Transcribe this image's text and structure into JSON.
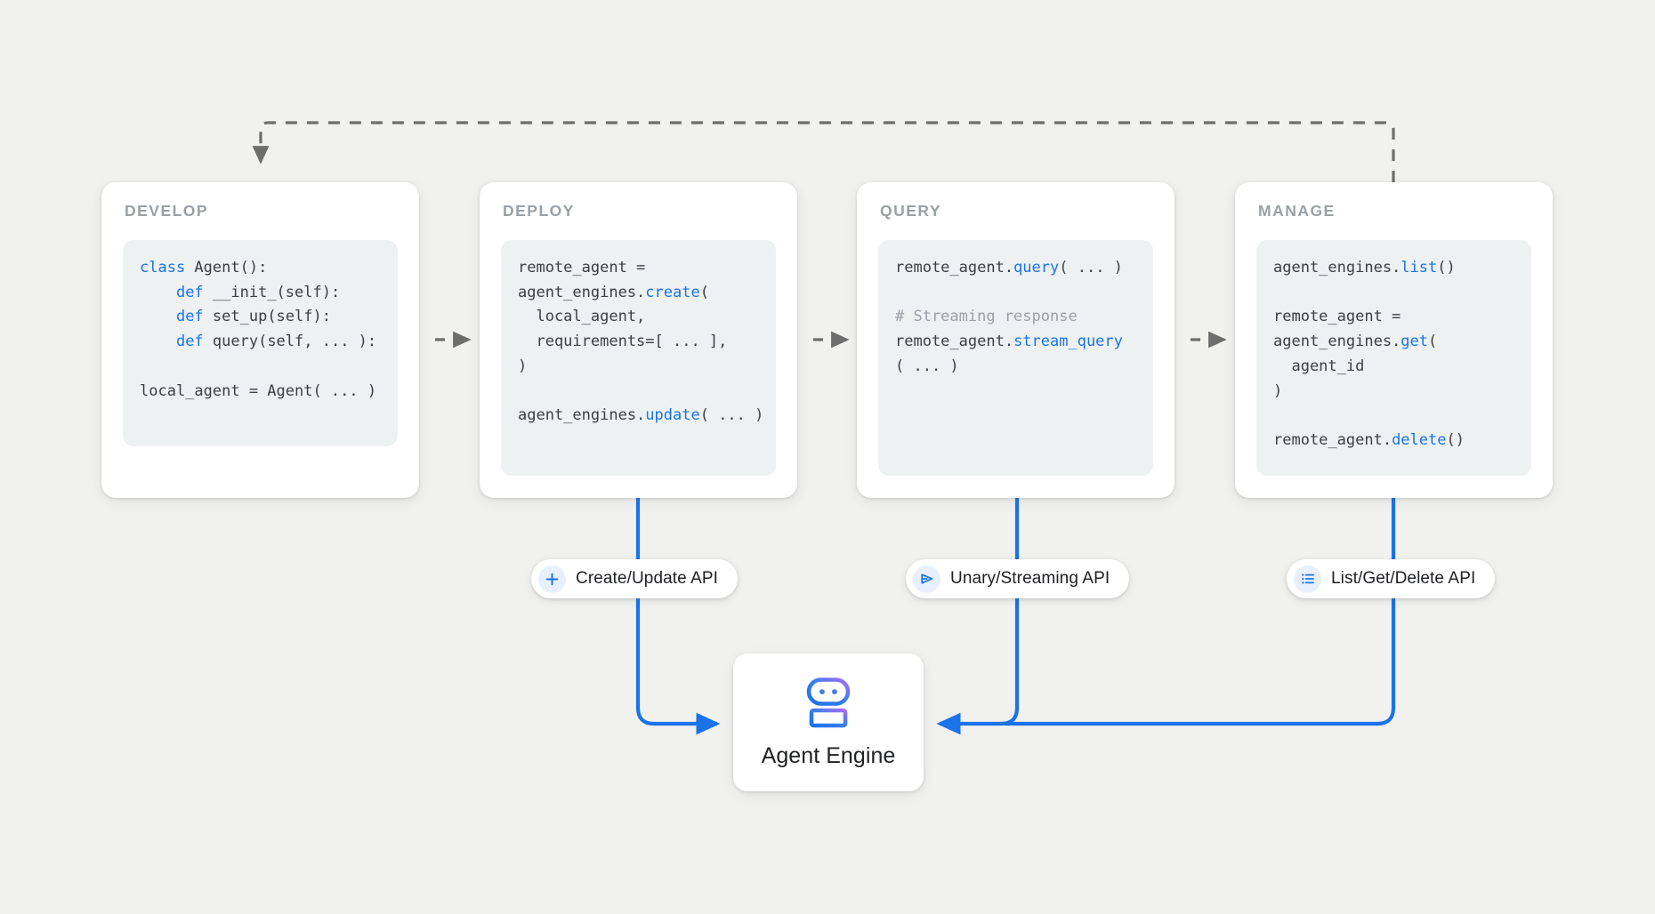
{
  "canvas": {
    "background": "#f1f1ef",
    "accent_blue": "#1a73e8",
    "dashed_gray": "#6e6e6e",
    "title_gray": "#9aa0a6",
    "code_bg": "#eef1f2"
  },
  "stages": [
    {
      "id": "develop",
      "title": "DEVELOP",
      "code_lines": [
        [
          {
            "t": "class ",
            "c": "kw"
          },
          {
            "t": "Agent():",
            "c": ""
          }
        ],
        [
          {
            "t": "    ",
            "c": ""
          },
          {
            "t": "def ",
            "c": "kw"
          },
          {
            "t": "__init_(self):",
            "c": ""
          }
        ],
        [
          {
            "t": "    ",
            "c": ""
          },
          {
            "t": "def ",
            "c": "kw"
          },
          {
            "t": "set_up(self):",
            "c": ""
          }
        ],
        [
          {
            "t": "    ",
            "c": ""
          },
          {
            "t": "def ",
            "c": "kw"
          },
          {
            "t": "query(self, ... ):",
            "c": ""
          }
        ],
        [
          {
            "t": "",
            "c": ""
          }
        ],
        [
          {
            "t": "local_agent = Agent( ... )",
            "c": ""
          }
        ]
      ]
    },
    {
      "id": "deploy",
      "title": "DEPLOY",
      "code_lines": [
        [
          {
            "t": "remote_agent =",
            "c": ""
          }
        ],
        [
          {
            "t": "agent_engines.",
            "c": ""
          },
          {
            "t": "create",
            "c": "fn"
          },
          {
            "t": "(",
            "c": ""
          }
        ],
        [
          {
            "t": "  local_agent,",
            "c": ""
          }
        ],
        [
          {
            "t": "  requirements=[ ... ],",
            "c": ""
          }
        ],
        [
          {
            "t": ")",
            "c": ""
          }
        ],
        [
          {
            "t": "",
            "c": ""
          }
        ],
        [
          {
            "t": "agent_engines.",
            "c": ""
          },
          {
            "t": "update",
            "c": "fn"
          },
          {
            "t": "( ... )",
            "c": ""
          }
        ]
      ]
    },
    {
      "id": "query",
      "title": "QUERY",
      "code_lines": [
        [
          {
            "t": "remote_agent.",
            "c": ""
          },
          {
            "t": "query",
            "c": "fn"
          },
          {
            "t": "( ... )",
            "c": ""
          }
        ],
        [
          {
            "t": "",
            "c": ""
          }
        ],
        [
          {
            "t": "# Streaming response",
            "c": "cm"
          }
        ],
        [
          {
            "t": "remote_agent.",
            "c": ""
          },
          {
            "t": "stream_query",
            "c": "fn"
          }
        ],
        [
          {
            "t": "( ... )",
            "c": ""
          }
        ]
      ]
    },
    {
      "id": "manage",
      "title": "MANAGE",
      "code_lines": [
        [
          {
            "t": "agent_engines.",
            "c": ""
          },
          {
            "t": "list",
            "c": "fn"
          },
          {
            "t": "()",
            "c": ""
          }
        ],
        [
          {
            "t": "",
            "c": ""
          }
        ],
        [
          {
            "t": "remote_agent =",
            "c": ""
          }
        ],
        [
          {
            "t": "agent_engines.",
            "c": ""
          },
          {
            "t": "get",
            "c": "fn"
          },
          {
            "t": "(",
            "c": ""
          }
        ],
        [
          {
            "t": "  agent_id",
            "c": ""
          }
        ],
        [
          {
            "t": ")",
            "c": ""
          }
        ],
        [
          {
            "t": "",
            "c": ""
          }
        ],
        [
          {
            "t": "remote_agent.",
            "c": ""
          },
          {
            "t": "delete",
            "c": "fn"
          },
          {
            "t": "()",
            "c": ""
          }
        ]
      ]
    }
  ],
  "api_pills": [
    {
      "id": "create",
      "label": "Create/Update API",
      "icon": "plus-icon"
    },
    {
      "id": "query",
      "label": "Unary/Streaming API",
      "icon": "send-triangle-icon"
    },
    {
      "id": "manage",
      "label": "List/Get/Delete API",
      "icon": "list-icon"
    }
  ],
  "agent_engine": {
    "label": "Agent Engine",
    "icon": "robot-icon",
    "icon_gradient_from": "#1a73e8",
    "icon_gradient_to": "#a964f7"
  },
  "connectors": {
    "feedback_loop": "manage-to-develop",
    "stage_flow": [
      "develop-to-deploy",
      "deploy-to-query",
      "query-to-manage"
    ],
    "engine_links": [
      "deploy-to-engine",
      "query-to-engine",
      "manage-to-engine"
    ]
  }
}
